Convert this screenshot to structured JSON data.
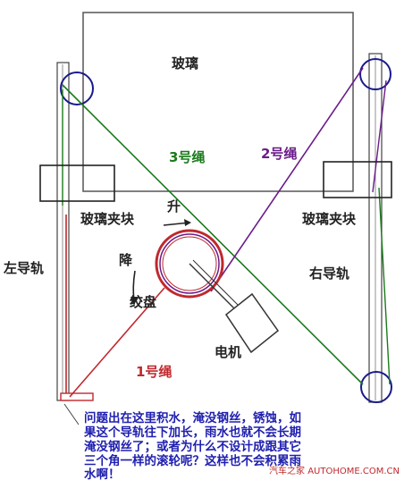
{
  "labels": {
    "glass": "玻璃",
    "rope3": "3号绳",
    "rope2": "2号绳",
    "clamp_left": "玻璃夹块",
    "clamp_right": "玻璃夹块",
    "up": "升",
    "down": "降",
    "left_rail": "左导轨",
    "right_rail": "右导轨",
    "winch": "绞盘",
    "motor": "电机",
    "rope1": "1号绳"
  },
  "note": {
    "lines": [
      "问题出在这里积水，淹没钢丝，锈蚀，如",
      "果这个导轨往下加长，雨水也就不会长期",
      "淹没钢丝了；或者为什么不设计成跟其它",
      "三个角一样的滚轮呢？这样也不会积累雨",
      "水啊！"
    ]
  },
  "watermark": "汽车之家 AUTOHOME.COM.CN",
  "colors": {
    "frame": "#222222",
    "pulley": "#1a1a8c",
    "rope_green": "#1b7a1b",
    "rope_purple": "#6a1c8a",
    "rope_red": "#c0282d",
    "winch_red": "#c0282d",
    "note_text": "#2020b0"
  }
}
